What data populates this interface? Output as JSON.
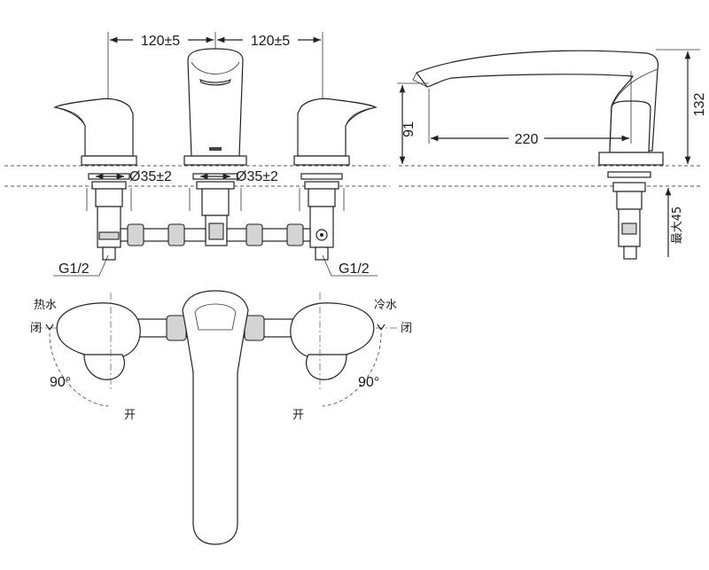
{
  "front_view": {
    "spacing_left": "120±5",
    "spacing_right": "120±5",
    "hole_left": "Ø35±2",
    "hole_right": "Ø35±2",
    "thread_left": "G1/2",
    "thread_right": "G1/2"
  },
  "side_view": {
    "reach": "220",
    "spout_height": "91",
    "total_height": "132",
    "max_thickness": "最大45"
  },
  "top_view": {
    "hot_label": "热水",
    "cold_label": "冷水",
    "closed_left": "闭",
    "closed_right": "闭",
    "open_left": "开",
    "open_right": "开",
    "angle_left": "90°",
    "angle_right": "90°"
  }
}
